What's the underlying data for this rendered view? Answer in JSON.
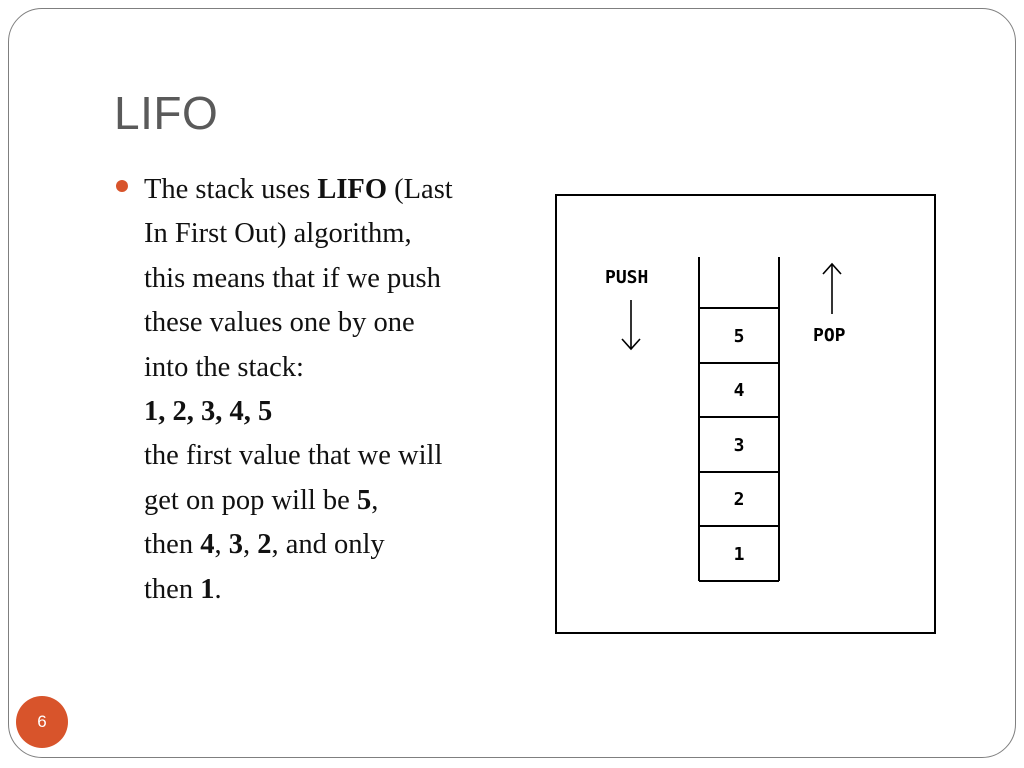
{
  "slide": {
    "title": "LIFO",
    "page_number": "6",
    "accent_color": "#d8542b",
    "title_color": "#5a5a5a"
  },
  "bullet": {
    "l1_a": "The stack uses ",
    "l1_b": "LIFO",
    "l1_c": " (Last",
    "l2": "In First Out) algorithm,",
    "l3": "this means that if we push",
    "l4": "these values one by one",
    "l5": "into the stack:",
    "l6": "1, 2, 3, 4, 5",
    "l7": "the first value that we will",
    "l8_a": "get on pop will be ",
    "l8_b": "5",
    "l8_c": ",",
    "l9_a": "then ",
    "l9_b": "4",
    "l9_c": ", ",
    "l9_d": "3",
    "l9_e": ", ",
    "l9_f": "2",
    "l9_g": ", and only",
    "l10_a": "then ",
    "l10_b": "1",
    "l10_c": "."
  },
  "diagram": {
    "push_label": "PUSH",
    "pop_label": "POP",
    "stack_cells": [
      "5",
      "4",
      "3",
      "2",
      "1"
    ],
    "push_arrow_icon": "arrow-down-icon",
    "pop_arrow_icon": "arrow-up-icon"
  }
}
